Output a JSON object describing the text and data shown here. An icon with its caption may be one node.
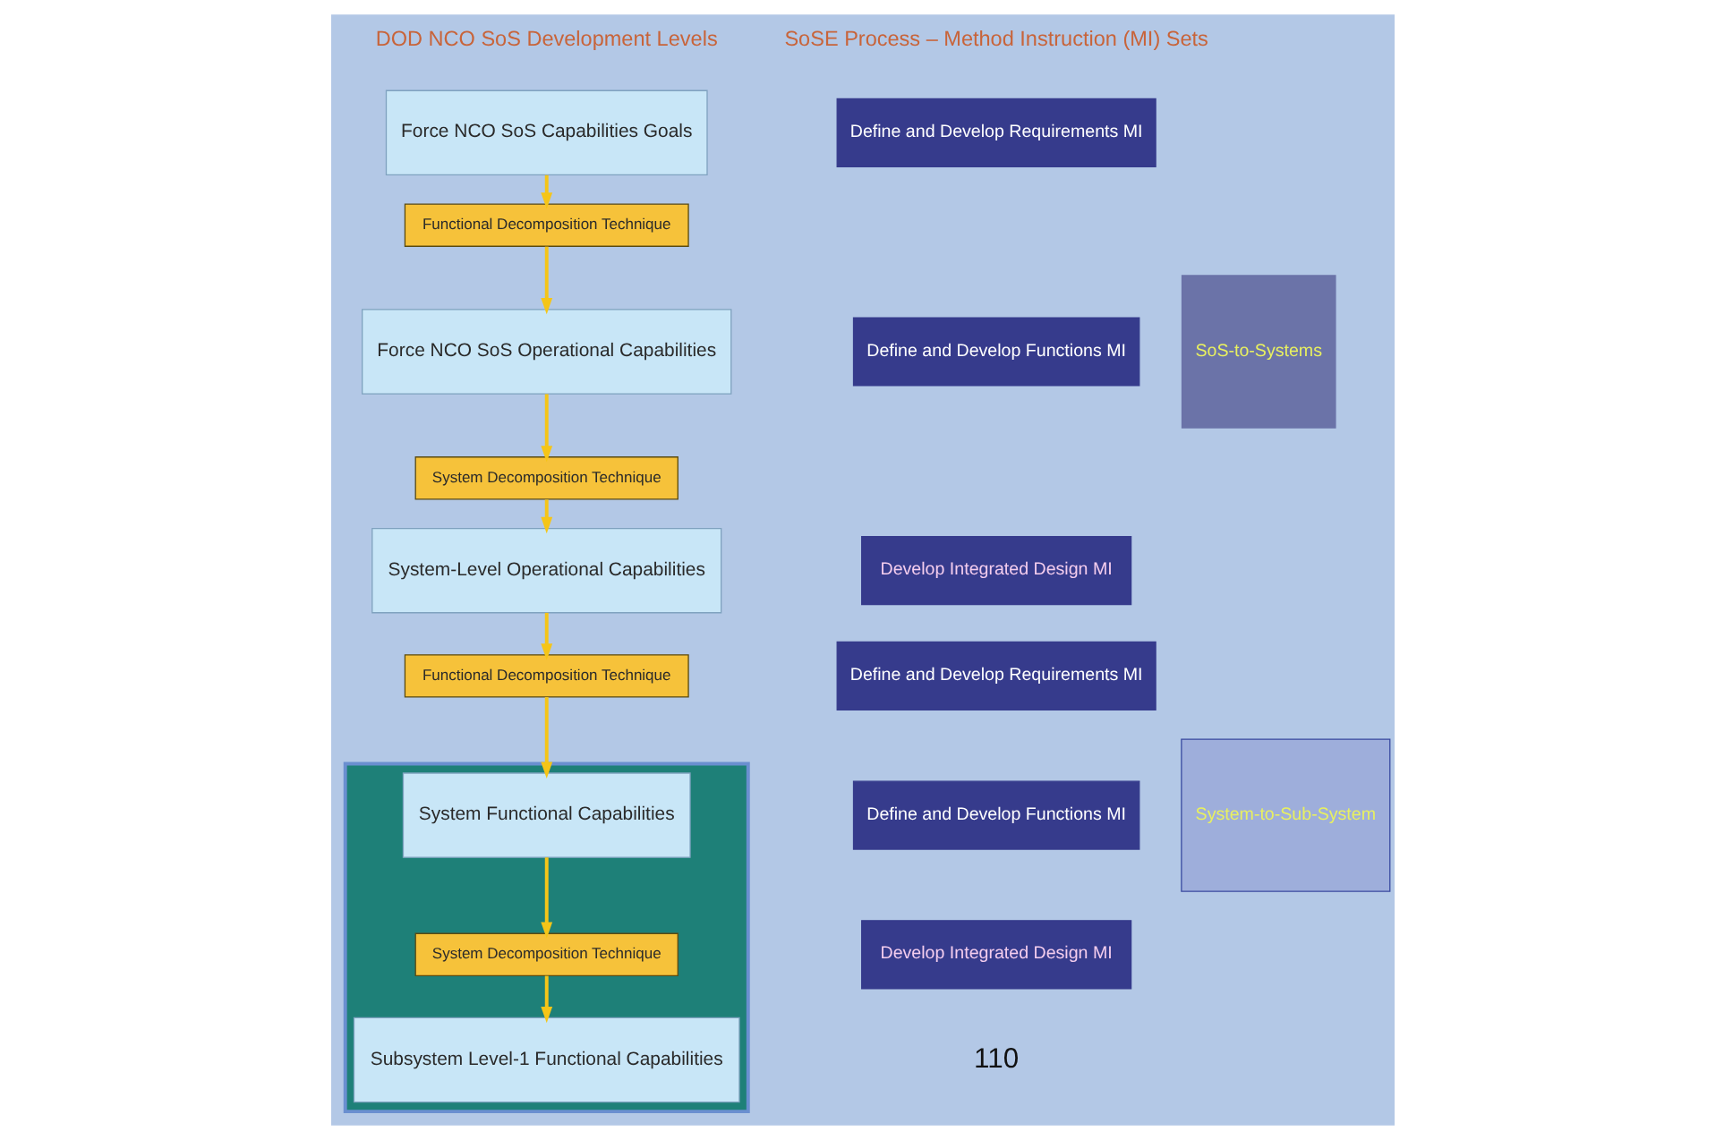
{
  "diagram": {
    "nodes": [
      {
        "text": [
          "Force NCO SoS Capabilities Goals"
        ]
      },
      {
        "text": [
          "Functional Decomposition Technique"
        ]
      },
      {
        "text": [
          "Force NCO SoS Operational Capabilities"
        ]
      },
      {
        "text": [
          "System Decomposition Technique"
        ]
      },
      {
        "text": [
          "System-Level Operational Capabilities"
        ]
      },
      {
        "text": [
          "Functional Decomposition Technique"
        ]
      },
      {
        "text": [],
        "shape": "box"
      },
      {
        "text": [
          "System Functional Capabilities"
        ],
        "in": 6
      },
      {
        "text": [
          "System Decomposition Technique"
        ],
        "in": 6
      },
      {
        "text": [
          "Subsystem Level-1 Functional Capabilities"
        ],
        "in": 6
      },
      {
        "text": [
          "Define and Develop Requirements MI"
        ]
      },
      {
        "text": [
          "Define and Develop Functions MI"
        ]
      },
      {
        "text": [
          "Develop Integrated Design MI"
        ]
      },
      {
        "text": [
          "Define and Develop Requirements MI"
        ]
      },
      {
        "text": [
          "Define and Develop Functions MI"
        ]
      },
      {
        "text": [
          "Develop Integrated Design MI"
        ]
      },
      {
        "text": [
          "SoS-to-Systems"
        ]
      },
      {
        "text": [
          "System-to-Sub-System"
        ]
      }
    ],
    "edges": [
      {
        "from": 0,
        "to": 1,
        "arrow": "to"
      },
      {
        "from": 1,
        "to": 2,
        "arrow": "to"
      },
      {
        "from": 2,
        "to": 3,
        "arrow": "to"
      },
      {
        "from": 3,
        "to": 4,
        "arrow": "to"
      },
      {
        "from": 4,
        "to": 5,
        "arrow": "to"
      },
      {
        "from": 5,
        "to": 7,
        "arrow": "to"
      },
      {
        "from": 7,
        "to": 8,
        "arrow": "to"
      },
      {
        "from": 8,
        "to": 9,
        "arrow": "to"
      }
    ],
    "labels": [
      "DOD NCO SoS Development Levels",
      "SoSE Process – Method Instruction (MI) Sets",
      "110"
    ]
  }
}
